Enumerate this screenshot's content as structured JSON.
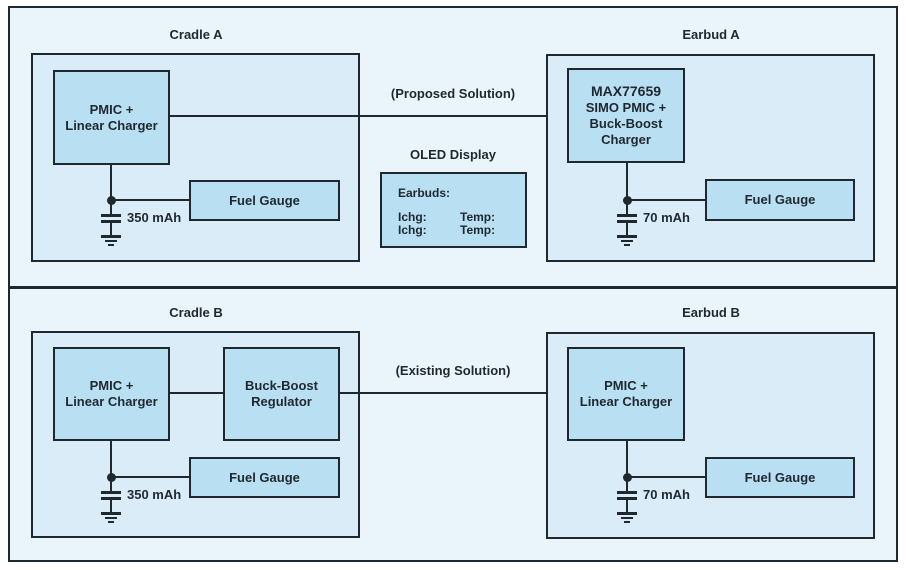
{
  "top": {
    "cradle": {
      "title": "Cradle A",
      "pmic_label": "PMIC +\nLinear Charger",
      "fuel_gauge_label": "Fuel Gauge",
      "battery_label": "350 mAh"
    },
    "arrow_label": "(Proposed Solution)",
    "oled": {
      "title": "OLED Display",
      "header": "Earbuds:",
      "rows": [
        {
          "left": "Ichg:",
          "right": "Temp:"
        },
        {
          "left": "Ichg:",
          "right": "Temp:"
        }
      ]
    },
    "earbud": {
      "title": "Earbud A",
      "chip_name": "MAX77659",
      "chip_desc": "SIMO PMIC +\nBuck-Boost\nCharger",
      "fuel_gauge_label": "Fuel Gauge",
      "battery_label": "70 mAh"
    }
  },
  "bottom": {
    "cradle": {
      "title": "Cradle B",
      "pmic_label": "PMIC +\nLinear Charger",
      "regulator_label": "Buck-Boost\nRegulator",
      "fuel_gauge_label": "Fuel Gauge",
      "battery_label": "350 mAh"
    },
    "arrow_label": "(Existing Solution)",
    "earbud": {
      "title": "Earbud B",
      "pmic_label": "PMIC +\nLinear Charger",
      "fuel_gauge_label": "Fuel Gauge",
      "battery_label": "70 mAh"
    }
  },
  "colors": {
    "outer_border": "#20282f",
    "panel_bg": "#eaf4fb",
    "container_bg": "#d9ecf8",
    "component_bg": "#b9dff2",
    "text": "#1f2830"
  }
}
